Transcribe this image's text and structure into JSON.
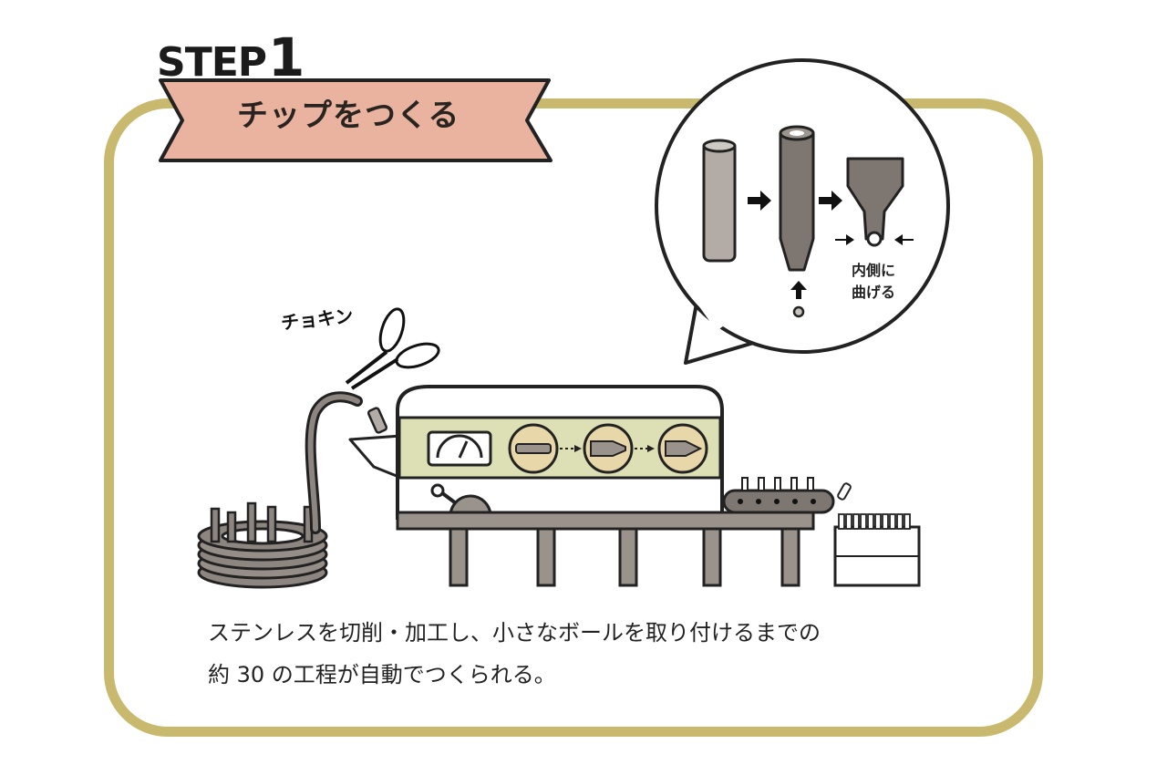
{
  "step": {
    "word": "STEP",
    "number": "1"
  },
  "title": "チップをつくる",
  "sound_effect": "チョキン",
  "bubble_label": {
    "line1": "内側に",
    "line2": "曲げる"
  },
  "caption": {
    "line1": "ステンレスを切削・加工し、小さなボールを取り付けるまでの",
    "line2": "約 30 の工程が自動でつくられる。"
  },
  "colors": {
    "frame": "#c9b96f",
    "ribbon": "#e9b3a0",
    "machine_band": "#dde0b4",
    "metal_gray": "#9a938c"
  },
  "icons": [
    "scissors-icon",
    "gauge-icon",
    "arrow-right-icon",
    "arrow-up-icon",
    "arrow-left-icon"
  ]
}
